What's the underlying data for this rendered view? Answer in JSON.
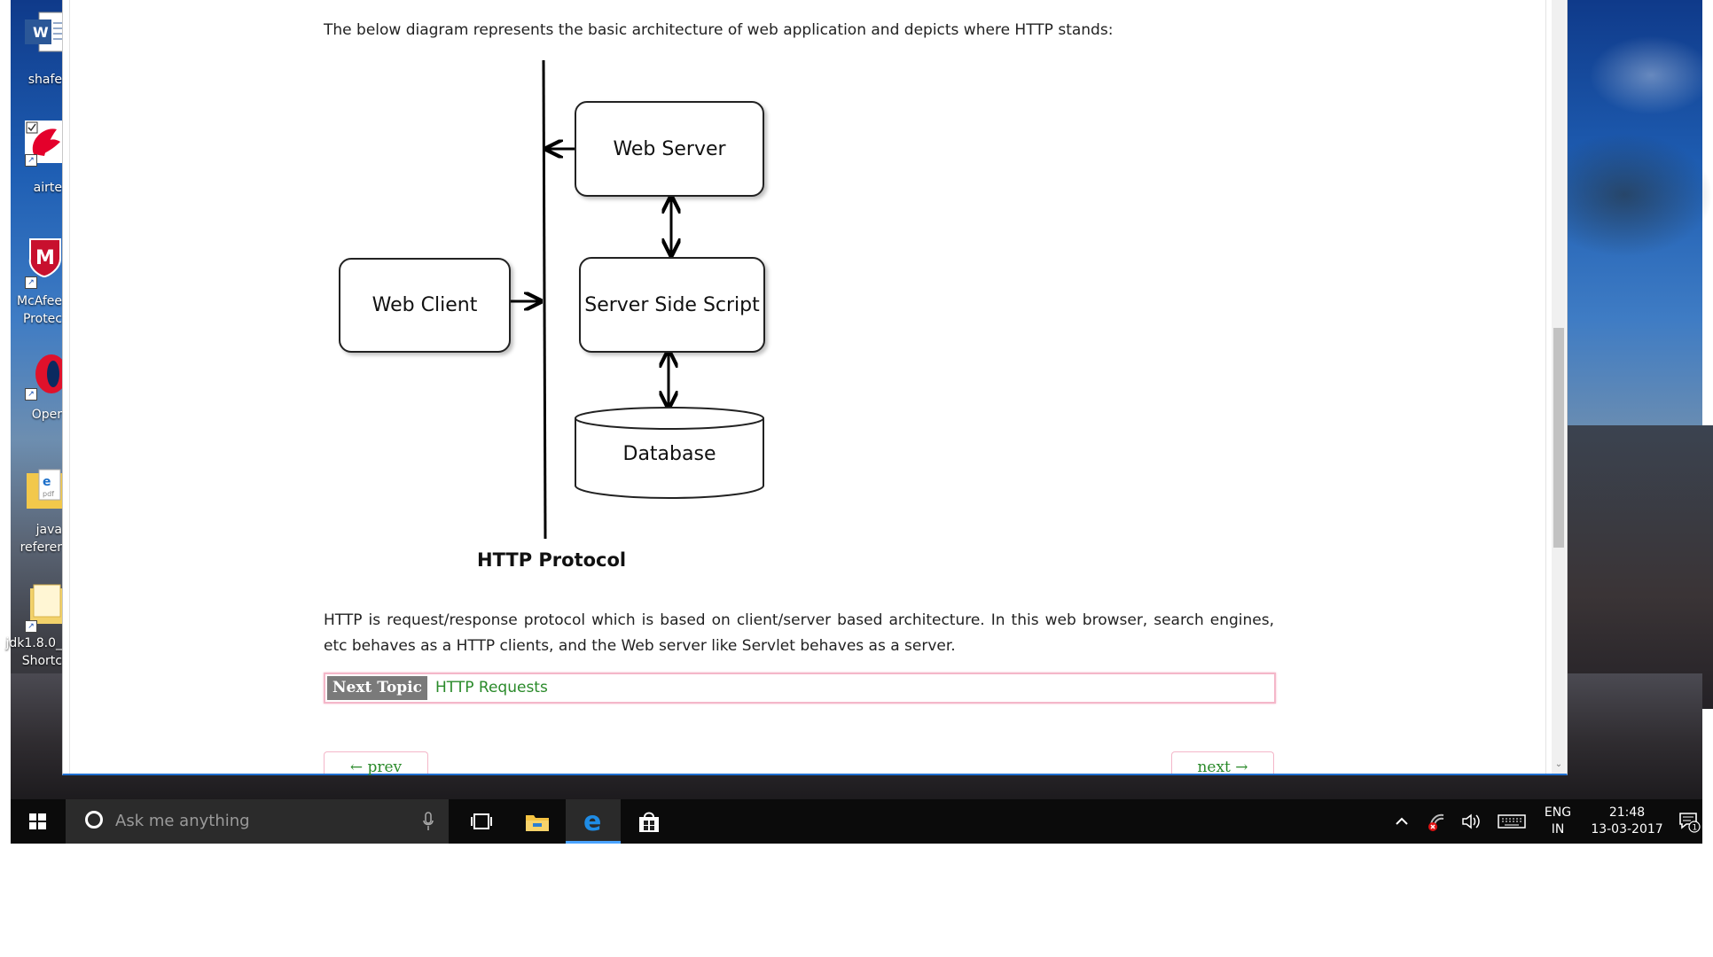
{
  "desktop_icons": [
    {
      "label": "shafe",
      "icon": "word-document-icon"
    },
    {
      "label": "airte",
      "icon": "airtel-app-icon"
    },
    {
      "label": "McAfee",
      "label2": "Protec",
      "icon": "mcafee-icon"
    },
    {
      "label": "Oper",
      "icon": "opera-icon"
    },
    {
      "label": "java",
      "label2": "referer",
      "icon": "pdf-folder-icon"
    },
    {
      "label": "jdk1.8.0_",
      "label2": "Shortc",
      "icon": "folder-shortcut-icon"
    }
  ],
  "page": {
    "intro_text": "The below diagram represents the basic architecture of web application and depicts where HTTP stands:",
    "body_text": "HTTP is request/response protocol which is based on client/server based architecture. In this web browser, search engines, etc behaves as a HTTP clients, and the Web server like Servlet behaves as a server.",
    "next_topic_label": "Next Topic",
    "next_topic_link": "HTTP Requests",
    "prev_label": "← prev",
    "next_label": "next →"
  },
  "diagram": {
    "web_server": "Web Server",
    "web_client": "Web Client",
    "server_side_script": "Server Side Script",
    "database": "Database",
    "protocol_label": "HTTP Protocol"
  },
  "taskbar": {
    "search_placeholder": "Ask me anything",
    "language_top": "ENG",
    "language_bottom": "IN",
    "time": "21:48",
    "date": "13-03-2017",
    "notification_count": "1"
  },
  "colors": {
    "accent": "#1f6fd1",
    "link_green": "#2a8a2a",
    "next_topic_border": "#f4b7c9",
    "next_topic_tag_bg": "#7a7a7a",
    "taskbar_bg": "#0b0b0b"
  }
}
